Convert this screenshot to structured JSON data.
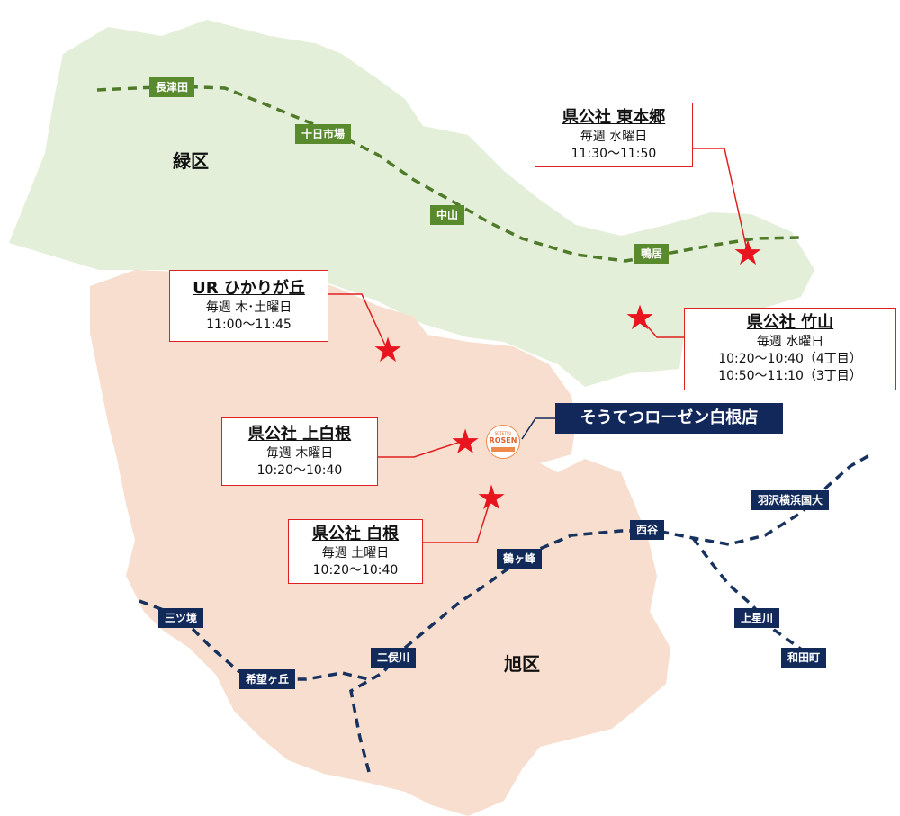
{
  "wards": [
    {
      "name": "緑区",
      "color": "#e4efd9"
    },
    {
      "name": "旭区",
      "color": "#f8dece"
    }
  ],
  "green_line": {
    "color": "#4e7a2a",
    "stations": [
      "長津田",
      "十日市場",
      "中山",
      "鴨居"
    ]
  },
  "navy_line": {
    "color": "#17325e",
    "stations": [
      "三ツ境",
      "希望ヶ丘",
      "二俣川",
      "鶴ヶ峰",
      "西谷",
      "羽沢横浜国大",
      "上星川",
      "和田町"
    ]
  },
  "stops": [
    {
      "name": "県公社 東本郷",
      "lines": [
        "毎週 水曜日",
        "11:30～11:50"
      ]
    },
    {
      "name": "UR ひかりが丘",
      "lines": [
        "毎週 木･土曜日",
        "11:00～11:45"
      ]
    },
    {
      "name": "県公社 竹山",
      "lines": [
        "毎週 水曜日",
        "10:20～10:40（4丁目）",
        "10:50～11:10（3丁目）"
      ]
    },
    {
      "name": "県公社 上白根",
      "lines": [
        "毎週 木曜日",
        "10:20～10:40"
      ]
    },
    {
      "name": "県公社 白根",
      "lines": [
        "毎週 土曜日",
        "10:20～10:40"
      ]
    }
  ],
  "store": {
    "name": "そうてつローゼン白根店",
    "logo_top": "SOTETSU",
    "logo_main": "ROSEN"
  },
  "colors": {
    "star": "#e8141e",
    "callout_border": "#e02020",
    "store_bg": "#12285a"
  }
}
